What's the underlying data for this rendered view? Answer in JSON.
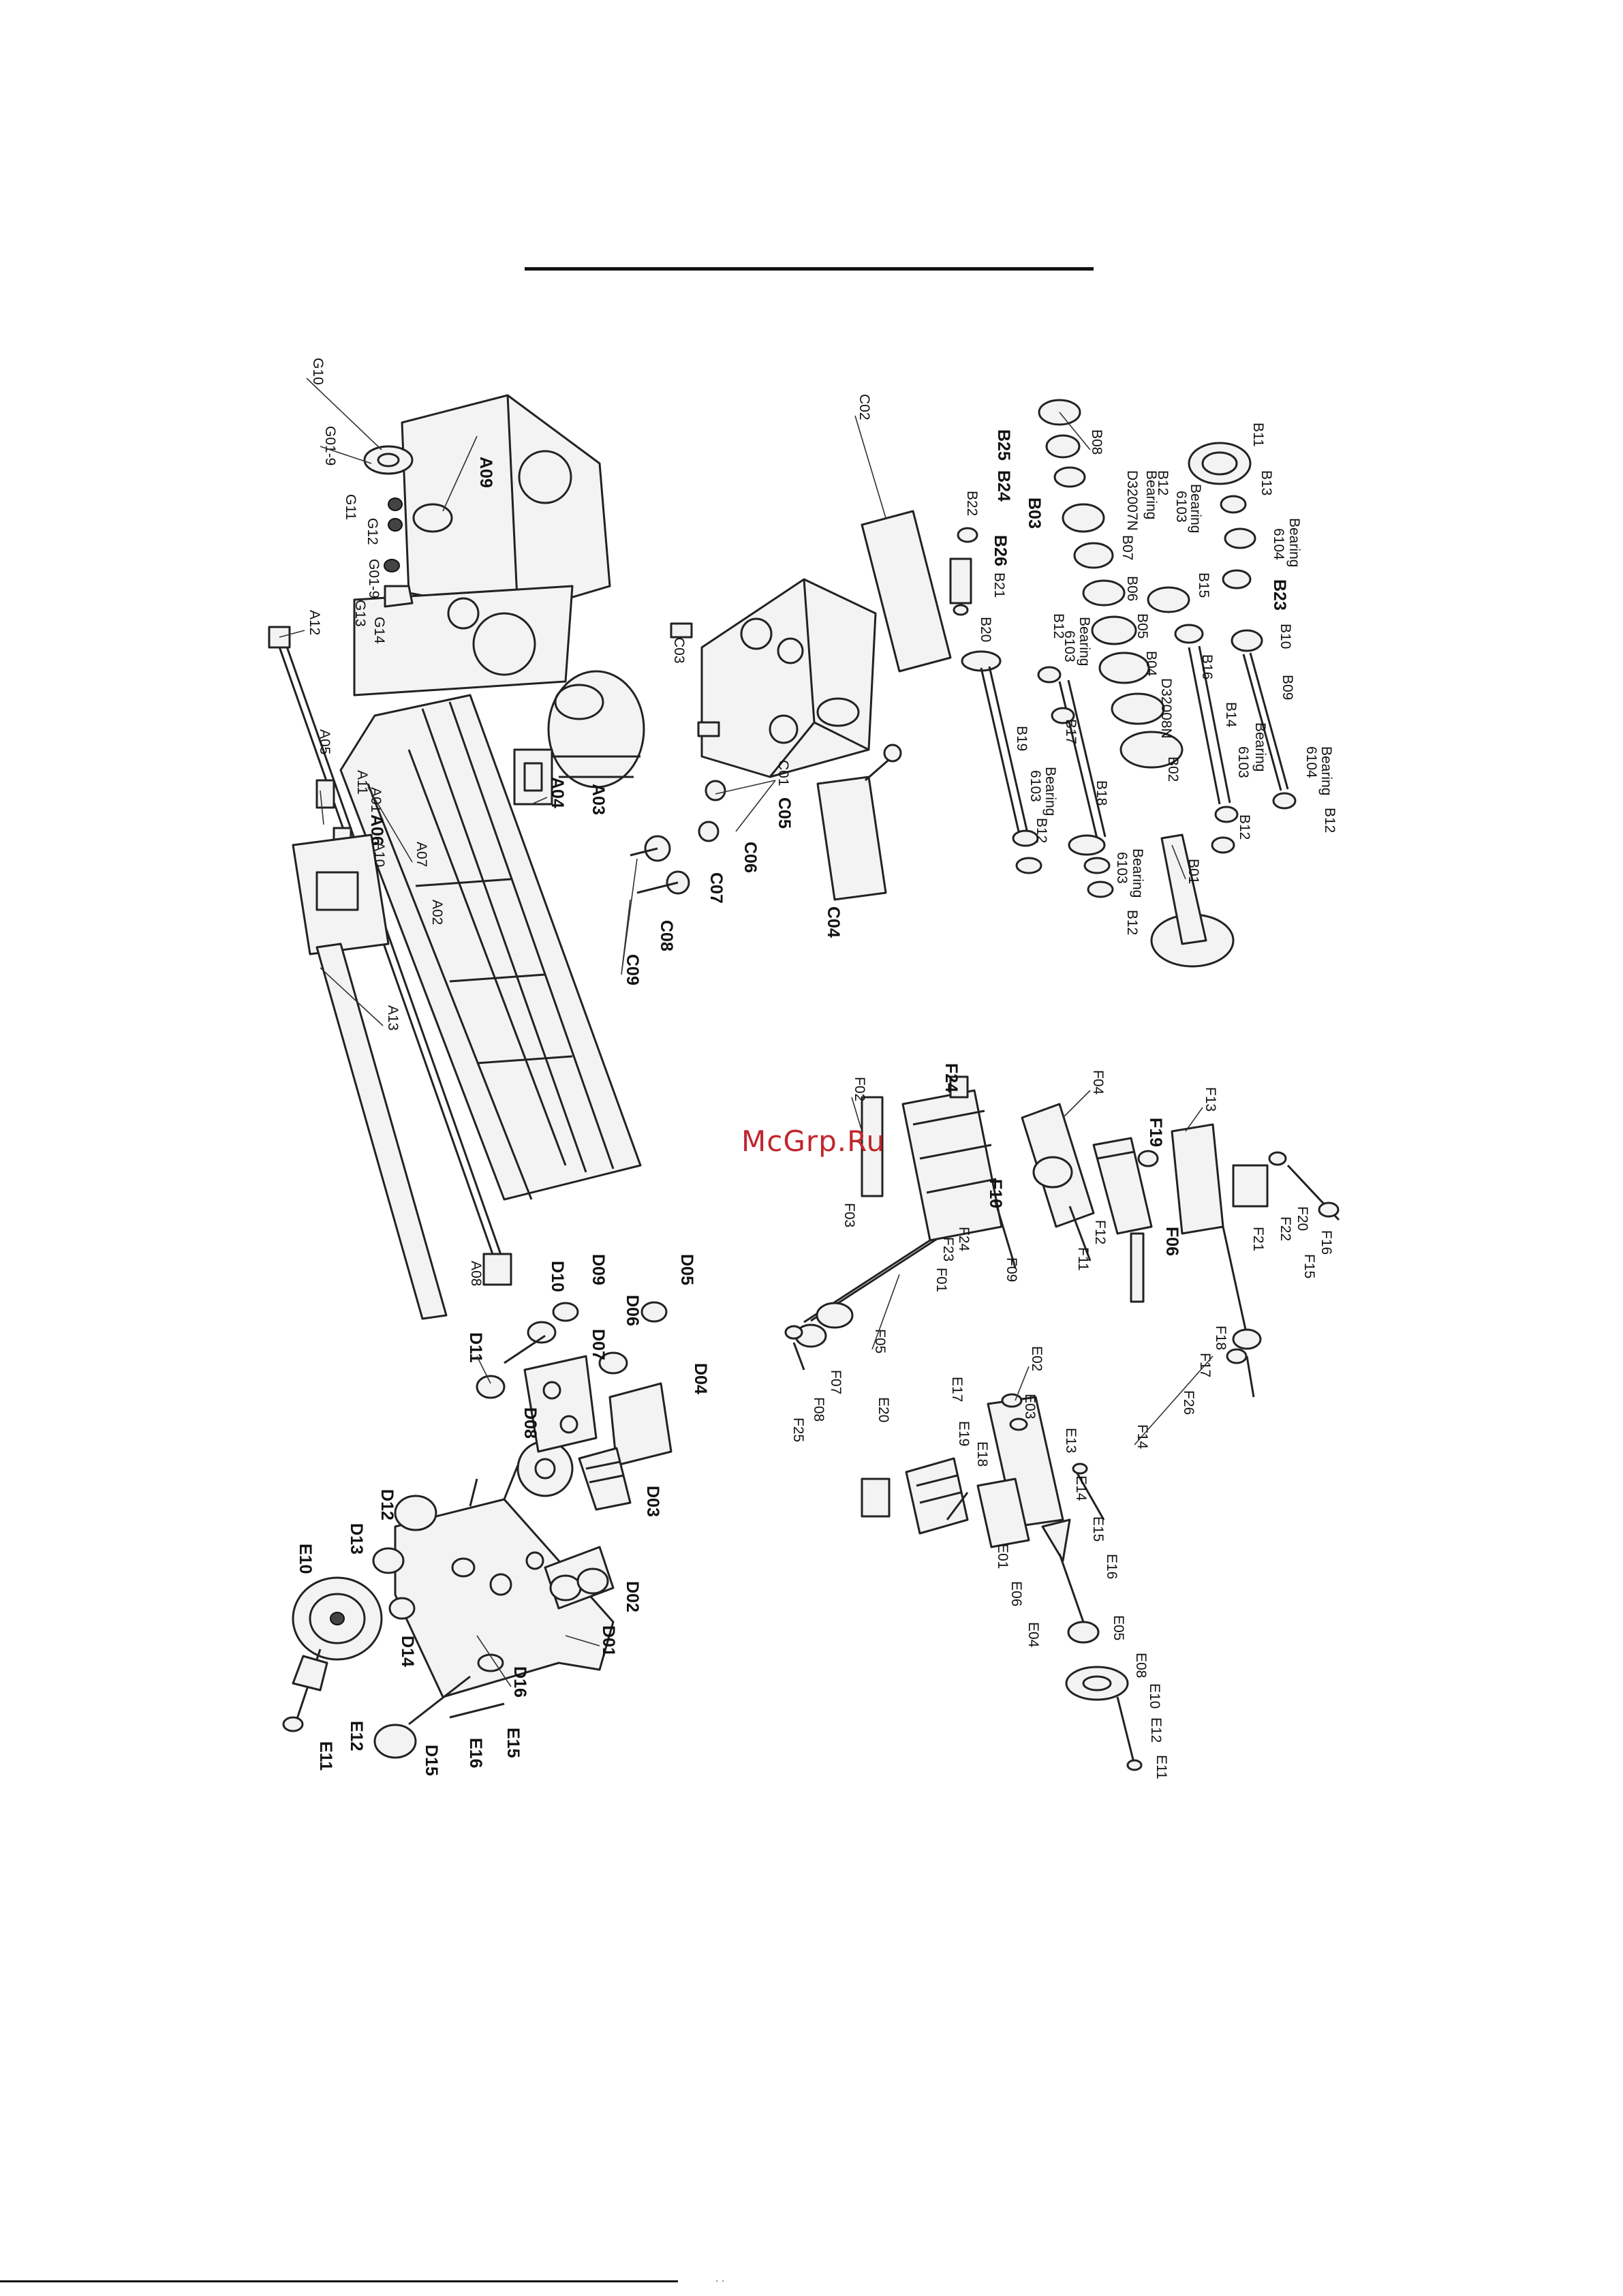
{
  "watermark": "McGrp.Ru",
  "footer_mark": "· ·",
  "groups": {
    "A": [
      "A01",
      "A02",
      "A03",
      "A04",
      "A05",
      "A06",
      "A07",
      "A08",
      "A09",
      "A10",
      "A11",
      "A12",
      "A13",
      "G01-9",
      "G10",
      "G11",
      "G12",
      "G13",
      "G14"
    ],
    "B": [
      "B01",
      "B02",
      "B03",
      "B04",
      "B05",
      "B06",
      "B07",
      "B08",
      "B09",
      "B10",
      "B11",
      "B12",
      "B13",
      "B14",
      "B15",
      "B16",
      "B17",
      "B18",
      "B19",
      "B20",
      "B21",
      "B22",
      "B23",
      "B24",
      "B25",
      "B26",
      "Bearing",
      "6103",
      "6104",
      "D32007N",
      "D32008N"
    ],
    "C": [
      "C01",
      "C02",
      "C03",
      "C04",
      "C05",
      "C06",
      "C07",
      "C08",
      "C09"
    ],
    "D": [
      "D01",
      "D02",
      "D03",
      "D04",
      "D05",
      "D06",
      "D07",
      "D08",
      "D09",
      "D10",
      "D11",
      "D12",
      "D13",
      "D14",
      "D15",
      "D16"
    ],
    "E": [
      "E01",
      "E02",
      "E03",
      "E04",
      "E05",
      "E06",
      "E08",
      "E10",
      "E11",
      "E12",
      "E13",
      "E14",
      "E15",
      "E16",
      "E17",
      "E18",
      "E19",
      "E20"
    ],
    "F": [
      "F01",
      "F02",
      "F03",
      "F04",
      "F05",
      "F06",
      "F07",
      "F08",
      "F09",
      "F10",
      "F11",
      "F12",
      "F13",
      "F14",
      "F15",
      "F16",
      "F17",
      "F18",
      "F19",
      "F20",
      "F21",
      "F22",
      "F23",
      "F24",
      "F25",
      "F26"
    ]
  }
}
